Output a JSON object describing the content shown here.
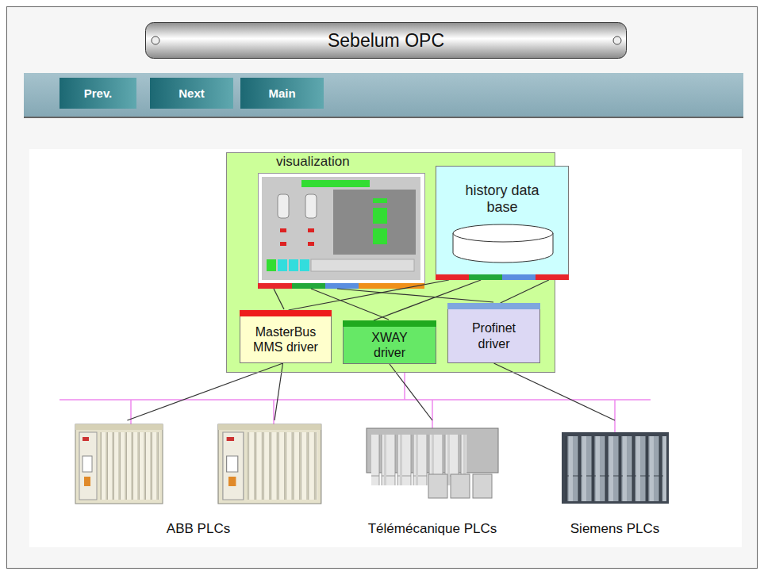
{
  "diagram": {
    "title": "Sebelum OPC",
    "nodes": [
      {
        "text": [
          "Prev."
        ]
      },
      {
        "text": [
          "Next"
        ]
      },
      {
        "text": [
          "Main"
        ]
      },
      {
        "text": [
          "visualization"
        ]
      },
      {
        "text": [
          "history data base"
        ],
        "in": 3
      },
      {
        "text": [
          "MasterBus MMS driver"
        ],
        "in": 3
      },
      {
        "text": [
          "XWAY driver"
        ],
        "in": 3
      },
      {
        "text": [
          "Profinet driver"
        ],
        "in": 3
      },
      {
        "text": [
          "ABB PLCs"
        ]
      },
      {
        "text": [
          "Télémécanique PLCs"
        ]
      },
      {
        "text": [
          "Siemens PLCs"
        ]
      }
    ],
    "edges": [
      {
        "from": 4,
        "to": 5,
        "arrow": "none"
      },
      {
        "from": 4,
        "to": 6,
        "arrow": "none"
      },
      {
        "from": 4,
        "to": 7,
        "arrow": "none"
      },
      {
        "from": 5,
        "to": 8,
        "arrow": "none"
      },
      {
        "from": 6,
        "to": 9,
        "arrow": "none"
      },
      {
        "from": 7,
        "to": 10,
        "arrow": "none"
      }
    ]
  }
}
